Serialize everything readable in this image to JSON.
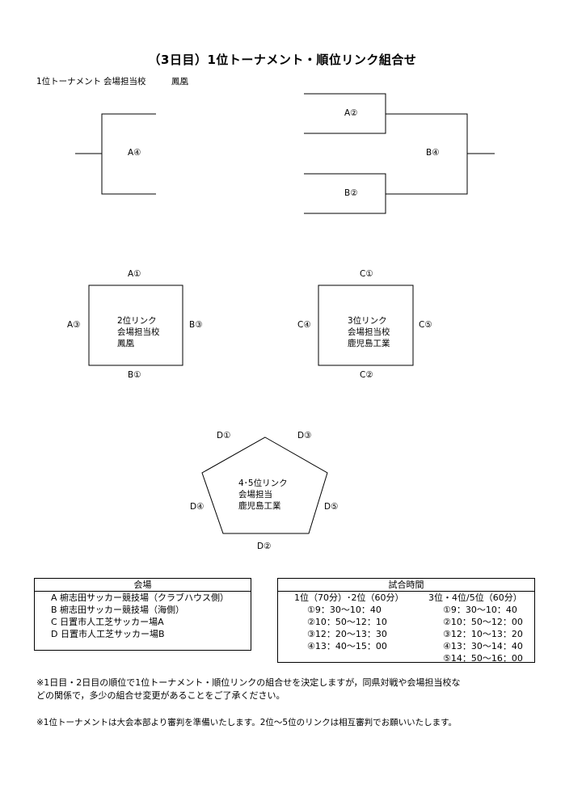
{
  "title": "（3日目）1位トーナメント・順位リンク組合せ",
  "subtitle": {
    "label": "1位トーナメント",
    "venue_label": "会場担当校",
    "venue_school": "鳳凰"
  },
  "tournament": {
    "left_match": "A④",
    "top_right_match": "A②",
    "bottom_right_match": "B②",
    "right_match": "B④"
  },
  "link2": {
    "top": "A①",
    "left": "A③",
    "right": "B③",
    "bottom": "B①",
    "center_lines": [
      "2位リンク",
      "会場担当校",
      "鳳凰"
    ]
  },
  "link3": {
    "top": "C①",
    "left": "C④",
    "right": "C⑤",
    "bottom": "C②",
    "center_lines": [
      "3位リンク",
      "会場担当校",
      "鹿児島工業"
    ]
  },
  "link45": {
    "top_left": "D①",
    "top_right": "D③",
    "left": "D④",
    "right": "D⑤",
    "bottom": "D②",
    "center_lines": [
      "4･5位リンク",
      "会場担当",
      "鹿児島工業"
    ]
  },
  "venues": {
    "header": "会場",
    "rows": [
      "A  椨志田サッカー競技場（クラブハウス側）",
      "B  椨志田サッカー競技場（海側）",
      "C  日置市人工芝サッカー場A",
      "D  日置市人工芝サッカー場B"
    ]
  },
  "times": {
    "header": "試合時間",
    "col1_header": "1位（70分）･2位（60分）",
    "col2_header": "3位・4位/5位（60分）",
    "col1": [
      "①9：30～10：40",
      "②10：50～12：10",
      "③12：20～13：30",
      "④13：40～15：00"
    ],
    "col2": [
      "①9：30～10：40",
      "②10：50～12：00",
      "③12：10～13：20",
      "④13：30～14：40",
      "⑤14：50～16：00"
    ]
  },
  "notes": {
    "note1_line1": "※1日目・2日目の順位で1位トーナメント・順位リンクの組合せを決定しますが，同県対戦や会場担当校な",
    "note1_line2": "どの関係で，多少の組合せ変更があることをご了承ください。",
    "note2": "※1位トーナメントは大会本部より審判を準備いたします。2位～5位のリンクは相互審判でお願いいたします。"
  }
}
